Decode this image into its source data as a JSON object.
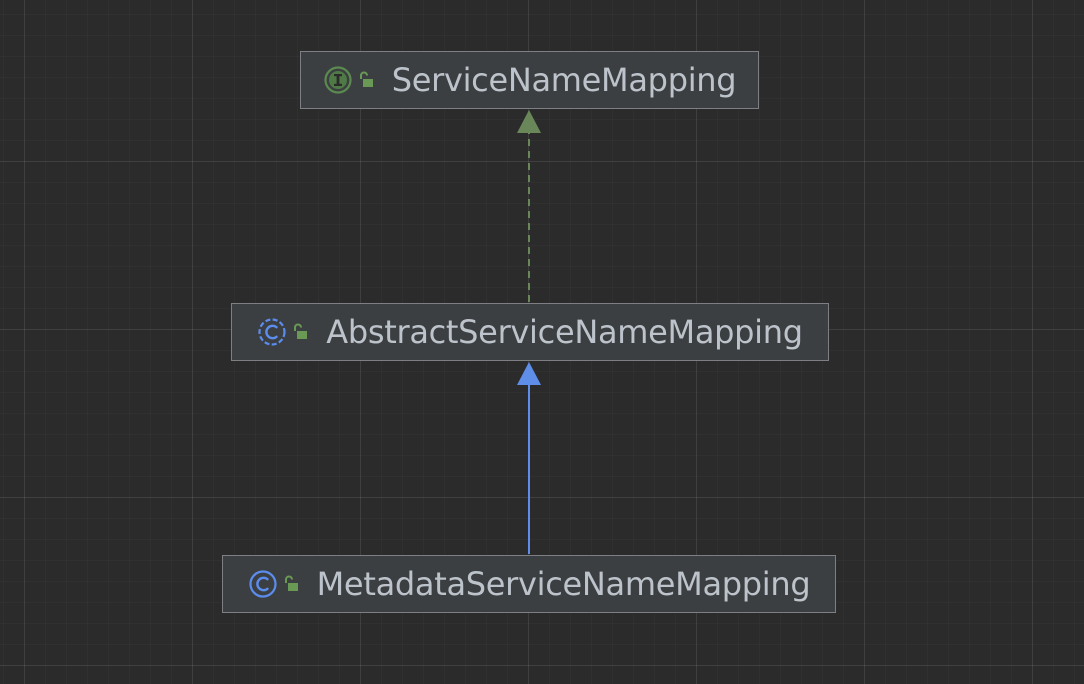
{
  "diagram": {
    "nodes": [
      {
        "id": "service-name-mapping",
        "label": "ServiceNameMapping",
        "kind": "interface",
        "kind_icon": "interface-icon",
        "visibility_icon": "public-lock-icon",
        "kind_letter": "I"
      },
      {
        "id": "abstract-service-name-mapping",
        "label": "AbstractServiceNameMapping",
        "kind": "abstract-class",
        "kind_icon": "abstract-class-icon",
        "visibility_icon": "public-lock-icon",
        "kind_letter": "C"
      },
      {
        "id": "metadata-service-name-mapping",
        "label": "MetadataServiceNameMapping",
        "kind": "class",
        "kind_icon": "class-icon",
        "visibility_icon": "public-lock-icon",
        "kind_letter": "C"
      }
    ],
    "edges": [
      {
        "from": "abstract-service-name-mapping",
        "to": "service-name-mapping",
        "type": "implements",
        "color": "#6a8759",
        "style": "dashed"
      },
      {
        "from": "metadata-service-name-mapping",
        "to": "abstract-service-name-mapping",
        "type": "extends",
        "color": "#5f8ee8",
        "style": "solid"
      }
    ],
    "colors": {
      "background": "#2b2b2c",
      "node_fill": "#3c3f41",
      "node_border": "#7d7f82",
      "label_text": "#bdc3cb",
      "interface_icon": "#5a8a4f",
      "class_icon": "#5b8def",
      "lock_icon": "#6a9955"
    }
  }
}
